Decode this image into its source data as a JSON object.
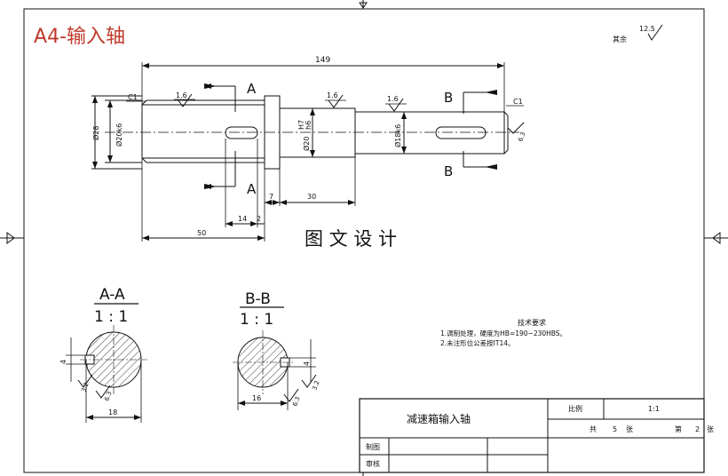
{
  "drawing": {
    "title_mark": "A4-输入轴",
    "roughness_rest_label": "其余",
    "roughness_rest_value": "12.5",
    "overlay_caption": "图 文 设 计"
  },
  "dimensions": {
    "total_length": "149",
    "diameter_28": "Ø28",
    "diameter_20k6": "Ø20k6",
    "diameter_20": "Ø20",
    "diameter_18k6": "Ø18k6",
    "fit_h7": "H7",
    "fit_h6": "h6",
    "len_50": "50",
    "len_14": "14",
    "len_2": "2",
    "len_7": "7",
    "len_30": "30",
    "chamfer_left": "C1",
    "chamfer_right": "C1",
    "roughness_16_a": "1.6",
    "roughness_16_b": "1.6",
    "roughness_16_c": "1.6",
    "roughness_63_end": "6.3"
  },
  "sections": {
    "aa_label": "A-A",
    "aa_scale": "1 : 1",
    "aa_width": "18",
    "aa_key": "4",
    "aa_r1": "3.2",
    "aa_r2": "6.3",
    "bb_label": "B-B",
    "bb_scale": "1 : 1",
    "bb_width": "16",
    "bb_key": "4",
    "bb_r1": "3.2",
    "bb_r2": "6.3",
    "cut_a_top": "A",
    "cut_a_bottom": "A",
    "cut_b_top": "B",
    "cut_b_bottom": "B"
  },
  "requirements": {
    "title": "技术要求",
    "line1": "1.调制处理，硬度为HB=190~230HBS。",
    "line2": "2.未注形位公差按IT14。"
  },
  "title_block": {
    "part_name": "减速箱输入轴",
    "scale_label": "比例",
    "scale_value": "1:1",
    "total_label": "共",
    "total_count": "5",
    "sheet_unit": "张",
    "sheet_label": "第",
    "sheet_number": "2",
    "sheet_unit2": "张",
    "drawn_label": "制图",
    "review_label": "审核"
  }
}
